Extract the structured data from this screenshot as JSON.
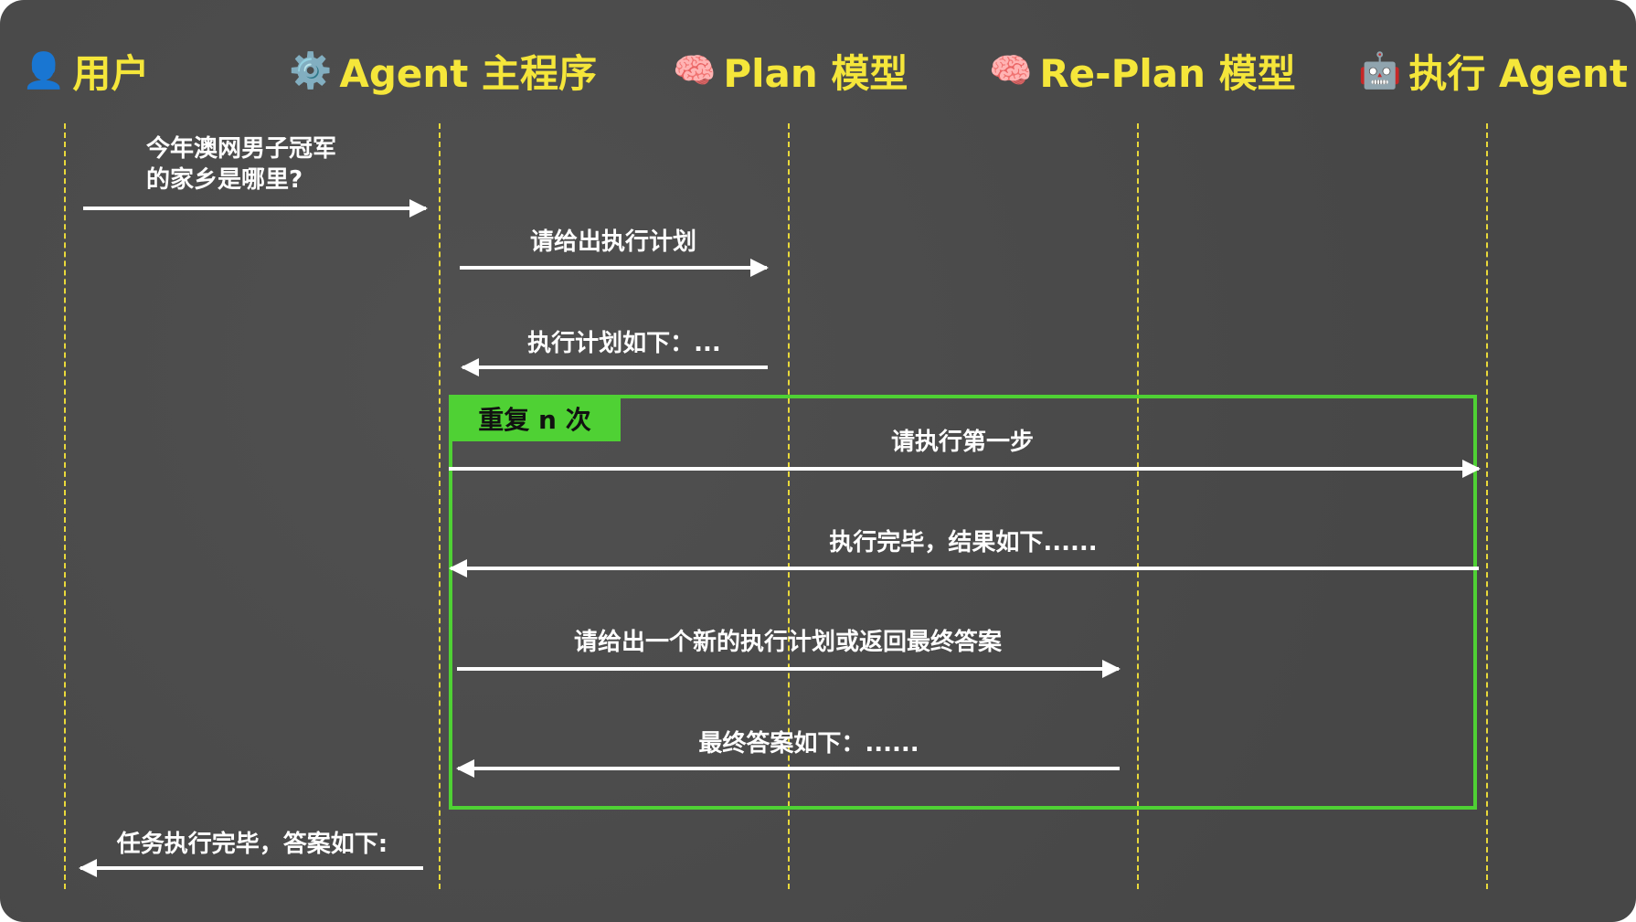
{
  "actors": [
    {
      "label": "用户",
      "icon": "user-icon",
      "glyph": "👤"
    },
    {
      "label": "Agent 主程序",
      "icon": "gear-icon",
      "glyph": "⚙️"
    },
    {
      "label": "Plan 模型",
      "icon": "brain-icon",
      "glyph": "🧠"
    },
    {
      "label": "Re-Plan 模型",
      "icon": "brain-icon",
      "glyph": "🧠"
    },
    {
      "label": "执行 Agent",
      "icon": "robot-icon",
      "glyph": "🤖"
    }
  ],
  "loop": {
    "label": "重复 n 次",
    "color": "#4fd134"
  },
  "messages": [
    {
      "line1": "今年澳网男子冠军",
      "line2": "的家乡是哪里?",
      "from": "用户",
      "to": "Agent 主程序"
    },
    {
      "text": "请给出执行计划",
      "from": "Agent 主程序",
      "to": "Plan 模型"
    },
    {
      "text": "执行计划如下：...",
      "from": "Plan 模型",
      "to": "Agent 主程序"
    },
    {
      "text": "请执行第一步",
      "from": "Agent 主程序",
      "to": "执行 Agent"
    },
    {
      "text": "执行完毕，结果如下......",
      "from": "执行 Agent",
      "to": "Agent 主程序"
    },
    {
      "text": "请给出一个新的执行计划或返回最终答案",
      "from": "Agent 主程序",
      "to": "Re-Plan 模型"
    },
    {
      "text": "最终答案如下：......",
      "from": "Re-Plan 模型",
      "to": "Agent 主程序"
    },
    {
      "text": "任务执行完毕，答案如下:",
      "from": "Agent 主程序",
      "to": "用户"
    }
  ],
  "colors": {
    "background": "#4b4b4b",
    "actor_text": "#f5e63a",
    "lifeline": "#e9d93a",
    "arrow": "#ffffff"
  }
}
